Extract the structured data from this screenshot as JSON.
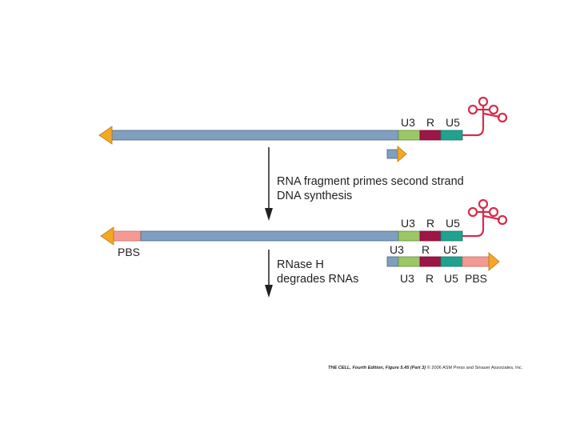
{
  "labels": {
    "u3": "U3",
    "r": "R",
    "u5": "U5",
    "pbs": "PBS"
  },
  "captions": {
    "step1_line1": "RNA fragment primes second strand",
    "step1_line2": "DNA synthesis",
    "step2_line1": "RNase H",
    "step2_line2": "degrades RNAs"
  },
  "credit": {
    "source": "THE CELL, Fourth Edition, Figure 5.45 (Part 3)",
    "copyright": "© 2006 ASM Press and Sinauer Associates, Inc."
  },
  "colors": {
    "strand_blue": "#7f9fc0",
    "u3_green": "#9dc766",
    "r_maroon": "#9e1646",
    "u5_teal": "#1fa38f",
    "pbs_pink": "#f39b93",
    "arrow_orange": "#f5a623",
    "trna_red": "#d72c4c"
  }
}
